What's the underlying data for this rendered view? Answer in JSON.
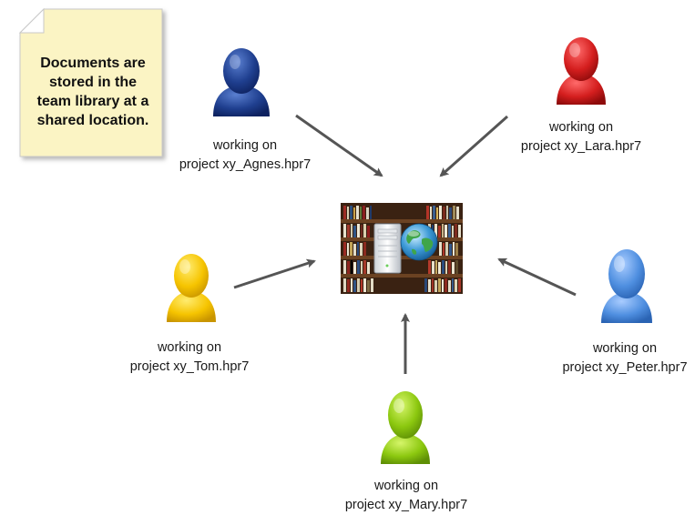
{
  "note": {
    "lines": [
      "Documents are",
      "stored in the",
      "team library at a",
      "shared location."
    ],
    "background": "#fbf4c4"
  },
  "users": [
    {
      "id": "agnes",
      "line1": "working on",
      "line2": "project xy_Agnes.hpr7",
      "color": "#1f3f8f",
      "icon": "user-icon"
    },
    {
      "id": "lara",
      "line1": "working on",
      "line2": "project xy_Lara.hpr7",
      "color": "#d41e1e",
      "icon": "user-icon"
    },
    {
      "id": "tom",
      "line1": "working on",
      "line2": "project xy_Tom.hpr7",
      "color": "#f6c400",
      "icon": "user-icon"
    },
    {
      "id": "peter",
      "line1": "working on",
      "line2": "project xy_Peter.hpr7",
      "color": "#4f8fe0",
      "icon": "user-icon"
    },
    {
      "id": "mary",
      "line1": "working on",
      "line2": "project xy_Mary.hpr7",
      "color": "#8cc80f",
      "icon": "user-icon"
    }
  ],
  "center": {
    "icon": "library-server-globe-icon"
  },
  "arrow_color": "#555555"
}
